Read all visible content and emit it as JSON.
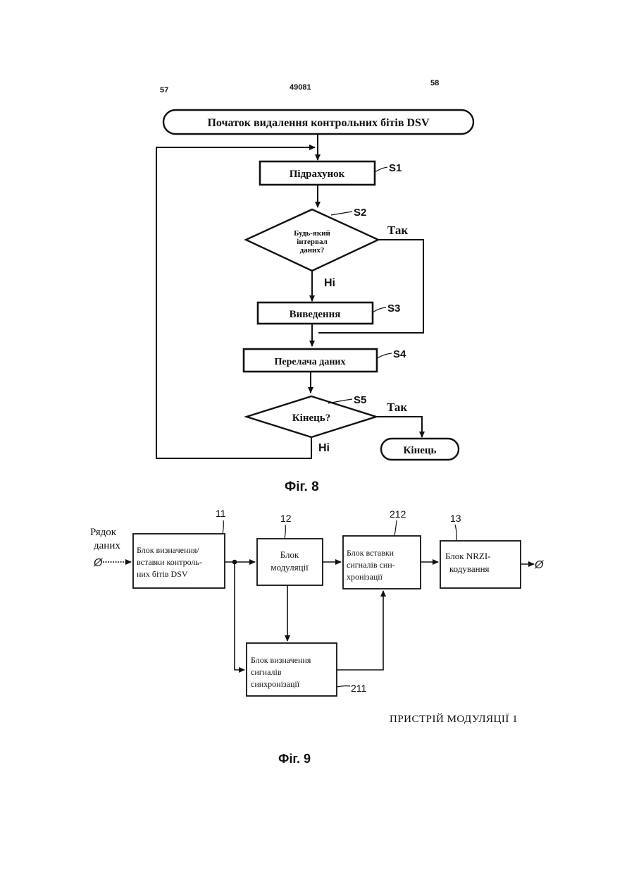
{
  "header": {
    "page_left": "57",
    "patent_number": "49081",
    "page_right": "58"
  },
  "fig8": {
    "caption": "Фіг. 8",
    "start": "Початок видалення контрольних бітів DSV",
    "end": "Кінець",
    "steps": [
      {
        "id": "S1",
        "label": "Підрахунок"
      },
      {
        "id": "S2",
        "label_lines": [
          "Будь-який",
          "інтервал",
          "даних?"
        ]
      },
      {
        "id": "S3",
        "label": "Виведення"
      },
      {
        "id": "S4",
        "label": "Перелача даних"
      },
      {
        "id": "S5",
        "label": "Кінець?"
      }
    ],
    "yes": "Так",
    "no": "Ні"
  },
  "fig9": {
    "caption": "Фіг. 9",
    "device_label": "ПРИСТРІЙ МОДУЛЯЦІЇ 1",
    "input_label_lines": [
      "Рядок",
      "даних"
    ],
    "terminal_symbol": "Ø",
    "blocks": [
      {
        "ref": "11",
        "lines": [
          "Блок визначення/",
          "вставки контроль-",
          "них бітів DSV"
        ]
      },
      {
        "ref": "12",
        "lines": [
          "Блок",
          "модуляції"
        ]
      },
      {
        "ref": "212",
        "lines": [
          "Блок вставки",
          "сигналів син-",
          "хронізації"
        ]
      },
      {
        "ref": "13",
        "lines": [
          "Блок NRZI-",
          "кодування"
        ]
      },
      {
        "ref": "211",
        "lines": [
          "Блок визначення",
          "сигналів",
          "синхронізації"
        ]
      }
    ]
  }
}
